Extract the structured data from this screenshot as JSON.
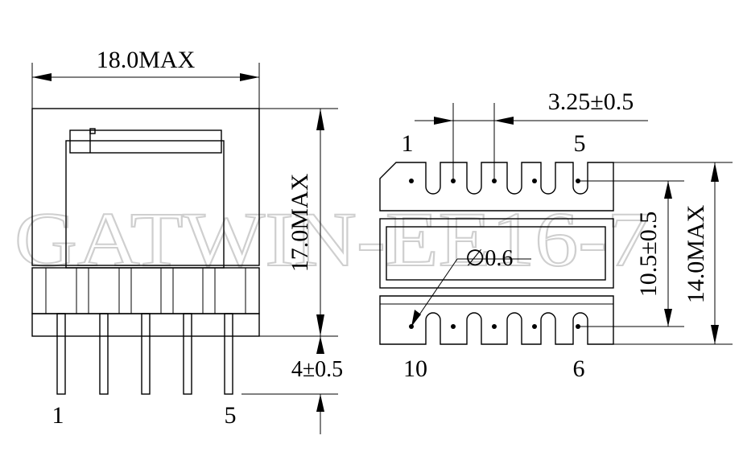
{
  "watermark": "GATWIN-EE16-7",
  "dimensions": {
    "width_max": "18.0MAX",
    "height_max": "17.0MAX",
    "pin_length": "4±0.5",
    "pin_pitch": "3.25±0.5",
    "row_spacing": "10.5±0.5",
    "depth_max": "14.0MAX",
    "pin_diameter": "∅0.6"
  },
  "pin_labels": {
    "side_left": "1",
    "side_right": "5",
    "top_left": "1",
    "top_right": "5",
    "bottom_left": "10",
    "bottom_right": "6"
  },
  "colors": {
    "line": "#000000",
    "watermark": "#cfcfcf",
    "background": "#ffffff"
  }
}
